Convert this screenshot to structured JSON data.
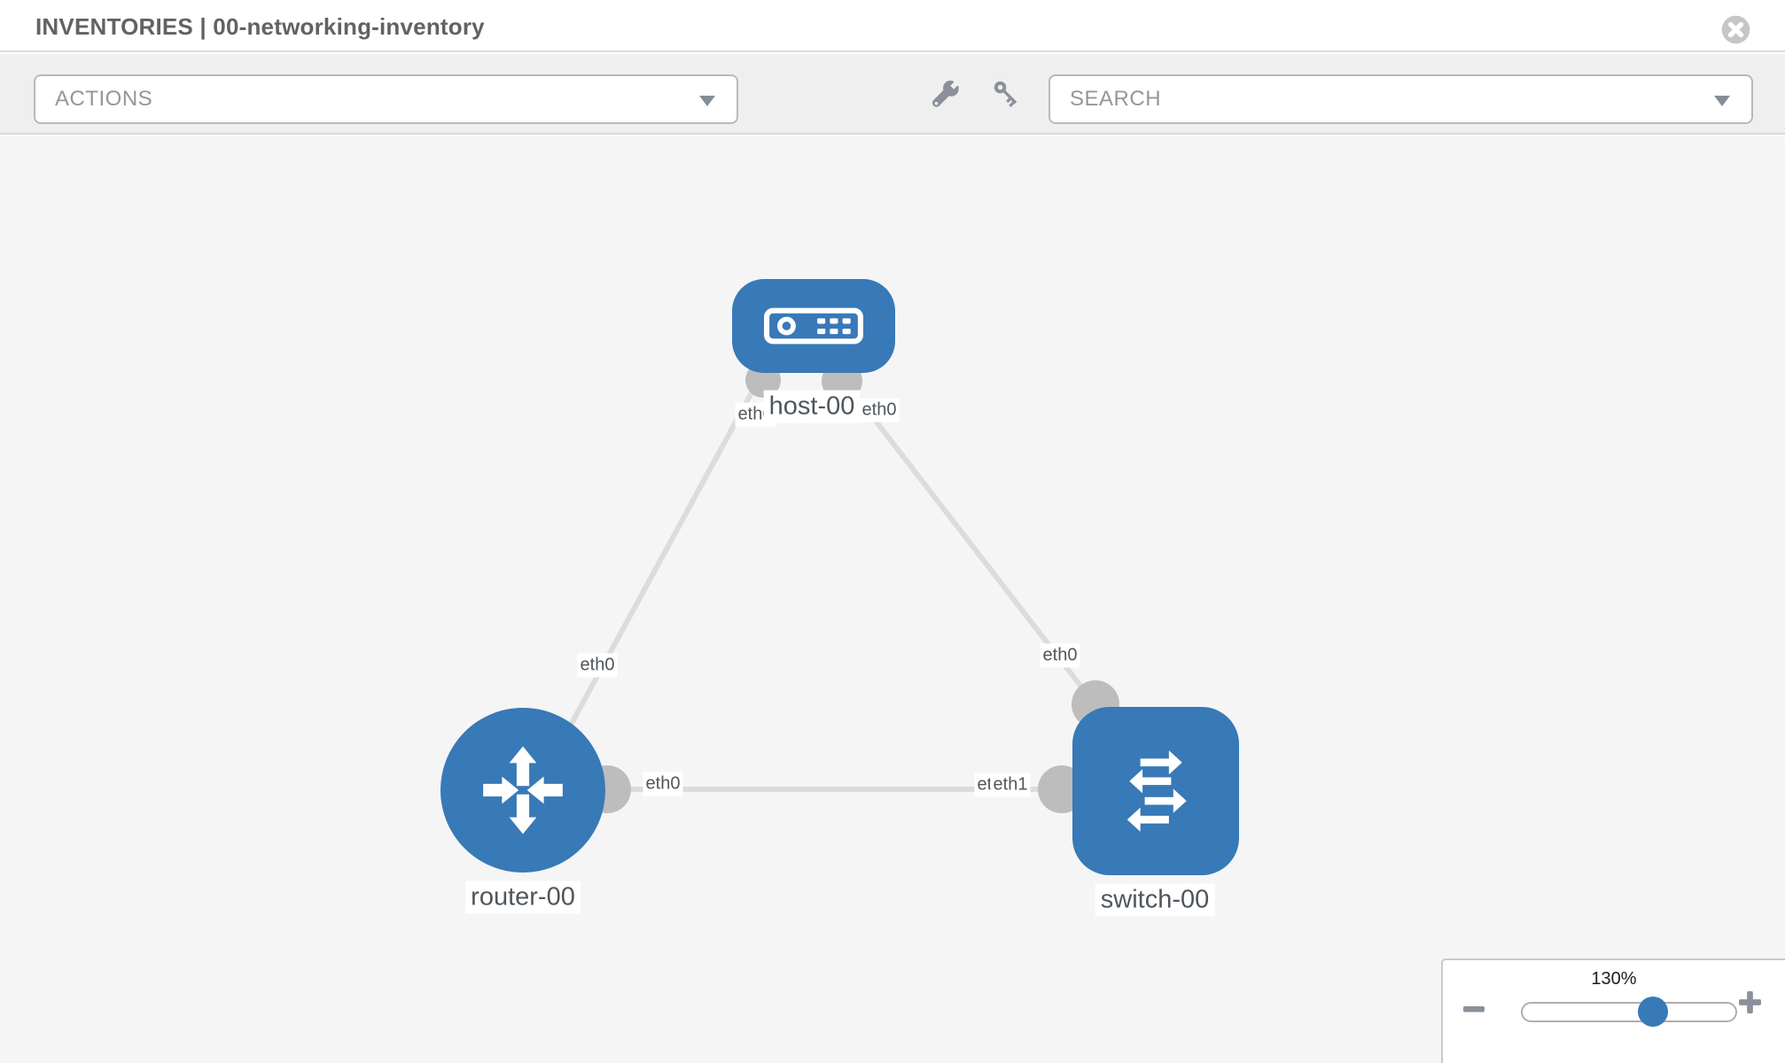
{
  "header": {
    "title": "INVENTORIES | 00-networking-inventory"
  },
  "toolbar": {
    "actions_label": "ACTIONS",
    "search_placeholder": "SEARCH"
  },
  "topology": {
    "nodes": [
      {
        "label": "host-00",
        "type": "host"
      },
      {
        "label": "router-00",
        "type": "router"
      },
      {
        "label": "switch-00",
        "type": "switch"
      }
    ],
    "links": [
      {
        "from": "host-00",
        "to": "router-00"
      },
      {
        "from": "host-00",
        "to": "switch-00"
      },
      {
        "from": "router-00",
        "to": "switch-00"
      }
    ],
    "interface_labels": {
      "host_end_left": "eth0",
      "host_end_right": "eth0",
      "router_end_top": "eth0",
      "switch_end_top": "eth0",
      "router_end_right": "eth0",
      "switch_end_left_back": "eth0",
      "switch_end_left_front": "eth1"
    }
  },
  "zoom_control": {
    "level": "130%"
  },
  "colors": {
    "node_blue": "#3879b7",
    "connector_gray": "#bdbdbd",
    "link_gray": "#dcdcdc",
    "toolbar_icon_gray": "#8a919a"
  }
}
